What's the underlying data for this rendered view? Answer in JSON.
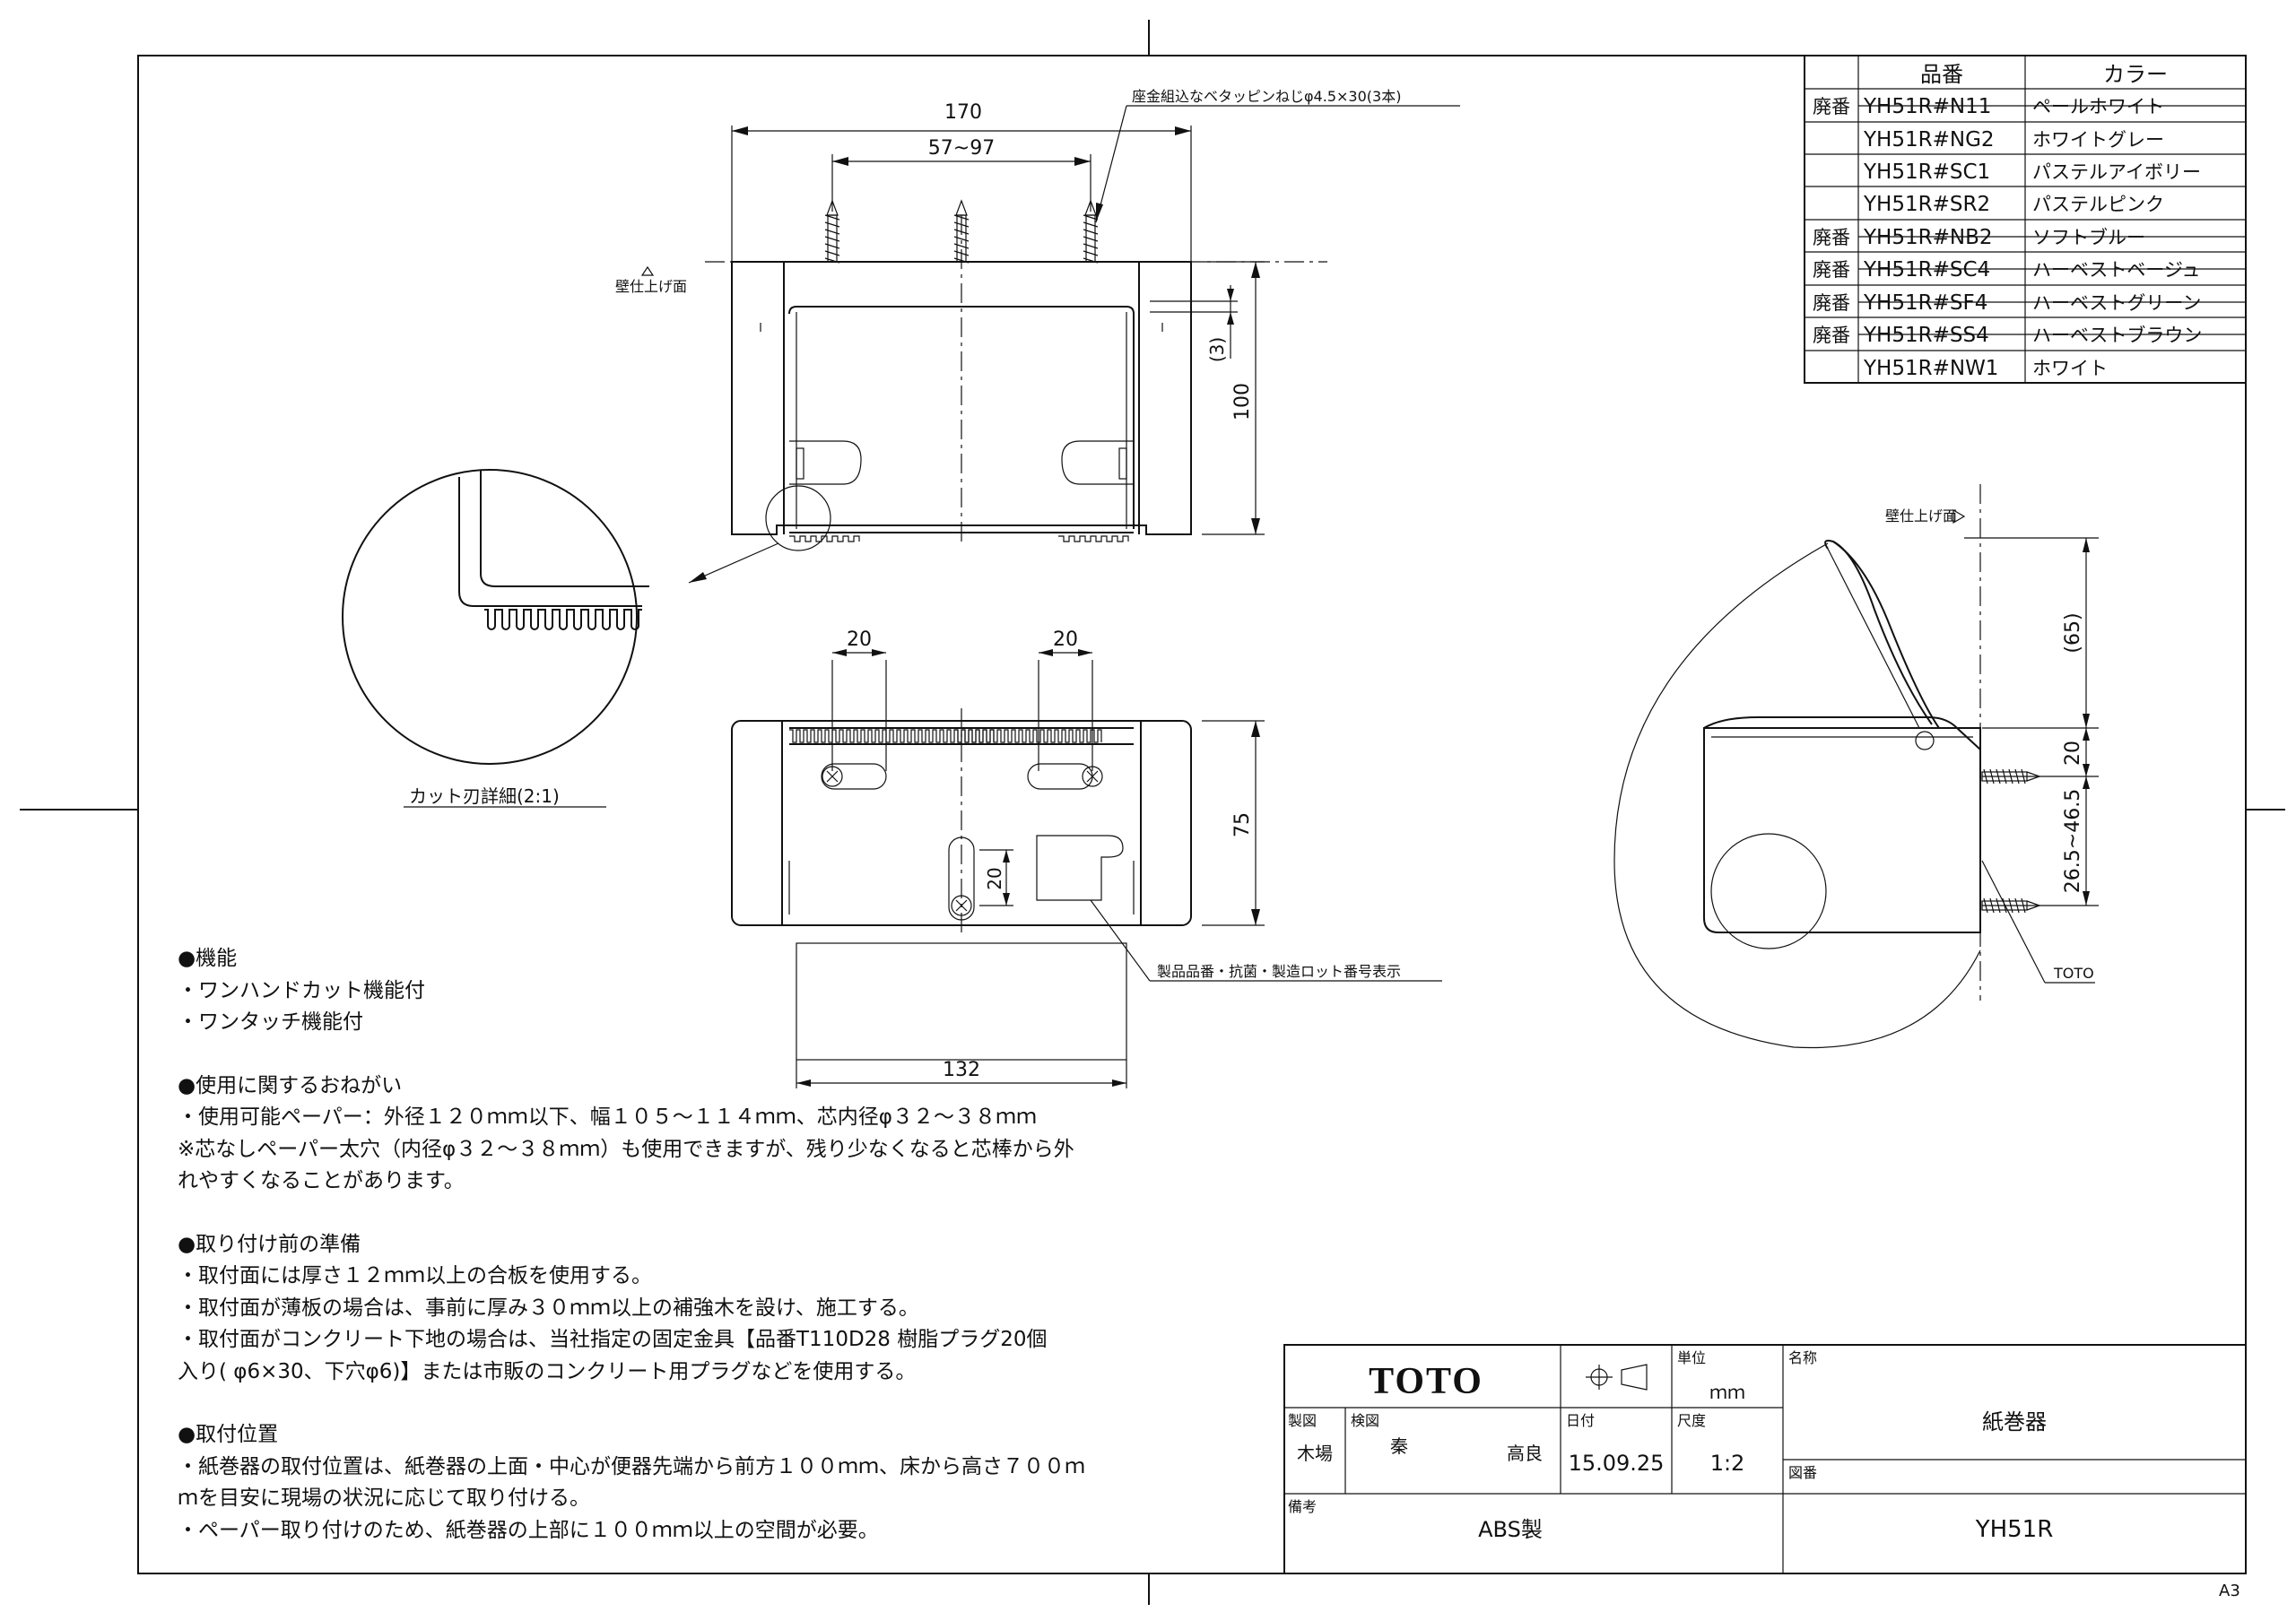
{
  "parts_table": {
    "headers": [
      "",
      "品番",
      "カラー"
    ],
    "rows": [
      {
        "status": "廃番",
        "part": "YH51R#N11",
        "color": "ペールホワイト",
        "discontinued": true
      },
      {
        "status": "",
        "part": "YH51R#NG2",
        "color": "ホワイトグレー",
        "discontinued": false
      },
      {
        "status": "",
        "part": "YH51R#SC1",
        "color": "パステルアイボリー",
        "discontinued": false
      },
      {
        "status": "",
        "part": "YH51R#SR2",
        "color": "パステルピンク",
        "discontinued": false
      },
      {
        "status": "廃番",
        "part": "YH51R#NB2",
        "color": "ソフトブルー",
        "discontinued": true
      },
      {
        "status": "廃番",
        "part": "YH51R#SC4",
        "color": "ハーベストベージュ",
        "discontinued": true
      },
      {
        "status": "廃番",
        "part": "YH51R#SF4",
        "color": "ハーベストグリーン",
        "discontinued": true
      },
      {
        "status": "廃番",
        "part": "YH51R#SS4",
        "color": "ハーベストブラウン",
        "discontinued": true
      },
      {
        "status": "",
        "part": "YH51R#NW1",
        "color": "ホワイト",
        "discontinued": false
      }
    ]
  },
  "front_view": {
    "dim_width": "170",
    "dim_screw_spacing": "57~97",
    "screw_note": "座金組込なベタッピンねじφ4.5×30(3本)",
    "wall_label": "壁仕上げ面",
    "dim_height": "100",
    "dim_gap": "(3)"
  },
  "detail": {
    "label": "カット刃詳細(2:1)"
  },
  "back_view": {
    "dim_slot_left": "20",
    "dim_slot_right": "20",
    "dim_height": "75",
    "dim_slot_vertical": "20",
    "dim_bottom_width": "132",
    "lot_note": "製品品番・抗菌・製造ロット番号表示"
  },
  "side_view": {
    "wall_label": "壁仕上げ面",
    "dim_65": "(65)",
    "dim_20": "20",
    "dim_range": "26.5~46.5",
    "brand_label": "TOTO"
  },
  "notes": {
    "features_heading": "●機能",
    "features": [
      "・ワンハンドカット機能付",
      "・ワンタッチ機能付"
    ],
    "usage_heading": "●使用に関するおねがい",
    "usage": [
      "・使用可能ペーパー：外径１２０ｍｍ以下、幅１０５～１１４ｍｍ、芯内径φ３２～３８ｍｍ",
      "※芯なしペーパー太穴（内径φ３２～３８ｍｍ）も使用できますが、残り少なくなると芯棒から外",
      "れやすくなることがあります。"
    ],
    "prep_heading": "●取り付け前の準備",
    "prep": [
      "・取付面には厚さ１２ｍｍ以上の合板を使用する。",
      "・取付面が薄板の場合は、事前に厚み３０ｍｍ以上の補強木を設け、施工する。",
      "・取付面がコンクリート下地の場合は、当社指定の固定金具【品番T110D28 樹脂プラグ20個",
      "入り( φ6×30、下穴φ6)】または市販のコンクリート用プラグなどを使用する。"
    ],
    "position_heading": "●取付位置",
    "position": [
      "・紙巻器の取付位置は、紙巻器の上面・中心が便器先端から前方１００ｍｍ、床から高さ７００ｍ",
      "ｍを目安に現場の状況に応じて取り付ける。",
      "・ペーパー取り付けのため、紙巻器の上部に１００ｍｍ以上の空間が必要。"
    ]
  },
  "title_block": {
    "logo": "TOTO",
    "unit_label": "単位",
    "unit_value": "ｍｍ",
    "name_label": "名称",
    "name_value": "紙巻器",
    "drawn_label": "製図",
    "drawn_by": "木場",
    "checked_label": "検図",
    "checked_by_1": "秦",
    "checked_by_2": "高良",
    "date_label": "日付",
    "date_value": "15.09.25",
    "scale_label": "尺度",
    "scale_value": "1:2",
    "drawing_no_label": "図番",
    "drawing_no": "YH51R",
    "remarks_label": "備考",
    "remarks_value": "ABS製"
  },
  "sheet_size": "A3"
}
